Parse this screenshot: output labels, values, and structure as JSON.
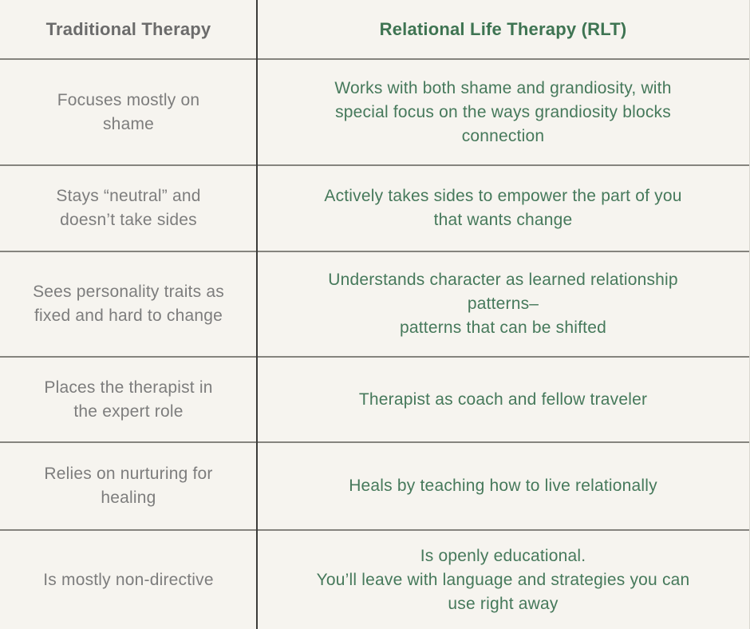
{
  "table": {
    "colors": {
      "background": "#f6f4ef",
      "horizontal_line": "#85847e",
      "vertical_line": "#3b3b39",
      "traditional_text": "#7d7d7d",
      "traditional_header": "#6b6b6b",
      "rlt_text": "#46795b",
      "rlt_header": "#3e7452"
    },
    "headers": {
      "left": "Traditional Therapy",
      "right": "Relational Life Therapy (RLT)"
    },
    "rows": [
      {
        "left": "Focuses mostly on\nshame",
        "right": "Works with both shame and grandiosity, with\nspecial focus on the ways grandiosity blocks\nconnection"
      },
      {
        "left": "Stays “neutral” and\ndoesn’t take sides",
        "right": "Actively takes sides to empower the part of you\nthat wants change"
      },
      {
        "left": "Sees personality traits as\nfixed and hard to change",
        "right": "Understands character as learned relationship\npatterns–\npatterns that can be shifted"
      },
      {
        "left": "Places the therapist in\nthe expert role",
        "right": "Therapist as coach and fellow traveler"
      },
      {
        "left": "Relies on nurturing for\nhealing",
        "right": "Heals by teaching how to live relationally"
      },
      {
        "left": "Is mostly non-directive",
        "right": "Is openly educational.\nYou’ll leave with language and strategies you can\nuse right away"
      }
    ]
  }
}
